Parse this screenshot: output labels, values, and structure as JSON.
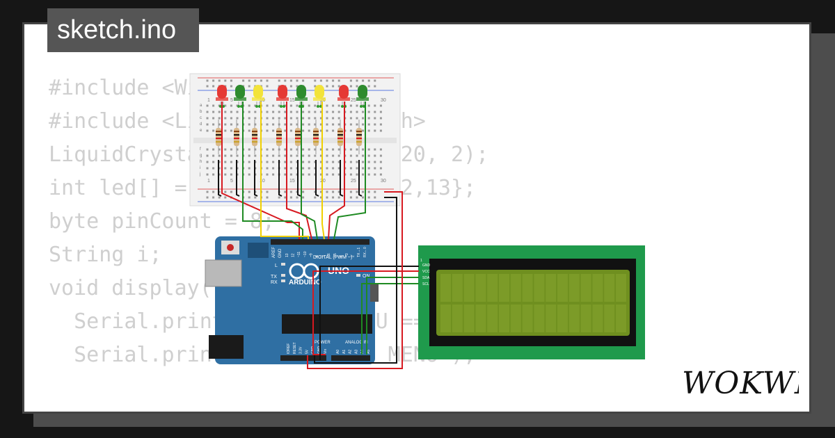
{
  "tab": {
    "title": "sketch.ino"
  },
  "code_lines": [
    "#include <Wire.h>",
    "#include <LiquidCrystal_I2C.h>",
    "LiquidCrystal_I2C lcd(0x27, 20, 2);",
    "",
    "int led[] = {6,7,8,9,10,11,12,13};",
    "byte pinCount = 8;",
    "String i;",
    "",
    "void display() {",
    "  Serial.println(\"==== MENU ====\");",
    "  Serial.println(\"1 - PINT MENU\");"
  ],
  "brand": {
    "name": "WOKWI"
  },
  "arduino": {
    "brand": "ARDUINO",
    "model": "UNO",
    "digital_label": "DIGITAL (PWM ~)",
    "power_label": "POWER",
    "analog_label": "ANALOG IN",
    "on_label": "ON",
    "l_label": "L",
    "tx_label": "TX",
    "rx_label": "RX",
    "aref_label": "AREF",
    "gnd_label": "GND",
    "digital_pins": [
      "13",
      "12",
      "~11",
      "~10",
      "~9",
      "8",
      "7",
      "~6",
      "~5",
      "4",
      "~3",
      "2",
      "TX→1",
      "RX←0"
    ],
    "power_pins": [
      "IOREF",
      "RESET",
      "3.3V",
      "5V",
      "GND",
      "GND",
      "Vin"
    ],
    "analog_pins": [
      "A0",
      "A1",
      "A2",
      "A3",
      "A4",
      "A5"
    ]
  },
  "lcd": {
    "pin1": "1",
    "pins": [
      "GND",
      "VCC",
      "SDA",
      "SCL"
    ]
  },
  "breadboard": {
    "col_labels": [
      "1",
      "5",
      "10",
      "15",
      "20",
      "25",
      "30"
    ],
    "row_labels_top": [
      "a",
      "b",
      "c",
      "d",
      "e"
    ],
    "row_labels_bottom": [
      "f",
      "g",
      "h",
      "i",
      "j"
    ]
  },
  "leds": [
    "red",
    "green",
    "yellow",
    "red",
    "green",
    "yellow",
    "red",
    "green"
  ],
  "colors": {
    "led_red": "#e53935",
    "led_green": "#2e8b2e",
    "led_yellow": "#f2e33a",
    "board_blue": "#2f6fa3",
    "lcd_green": "#1f9a4c",
    "lcd_screen": "#6f8f1f",
    "wire_red": "#d71920",
    "wire_black": "#111111",
    "wire_green": "#1e8a22",
    "wire_yellow": "#f0d000"
  }
}
